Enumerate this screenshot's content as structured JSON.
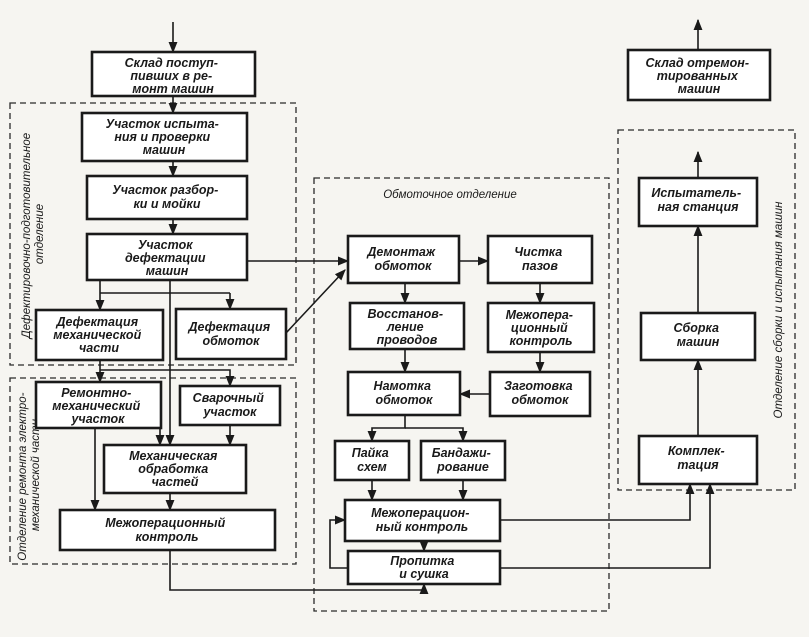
{
  "sections": {
    "defect": [
      "Дефектировочно-подготовительное",
      "отделение"
    ],
    "repair": [
      "Отделение ремонта электро-",
      "механической части"
    ],
    "winding": "Обмоточное отделение",
    "assembly": "Отделение сборки и испытания машин"
  },
  "blocks": {
    "incoming_storage": [
      "Склад поступ-",
      "пивших в ре-",
      "монт машин"
    ],
    "testing_inspection": [
      "Участок испыта-",
      "ния и проверки",
      "машин"
    ],
    "disassembly_washing": [
      "Участок разбор-",
      "ки и мойки"
    ],
    "defect_area": [
      "Участок",
      "дефектации",
      "машин"
    ],
    "mech_defect": [
      "Дефектация",
      "механической",
      "части"
    ],
    "winding_defect": [
      "Дефектация",
      "обмоток"
    ],
    "repair_mech": [
      "Ремонтно-",
      "механический",
      "участок"
    ],
    "welding": [
      "Сварочный",
      "участок"
    ],
    "machining": [
      "Механическая",
      "обработка",
      "частей"
    ],
    "interop_control_1": [
      "Межоперационный",
      "контроль"
    ],
    "winding_removal": [
      "Демонтаж",
      "обмоток"
    ],
    "slot_cleaning": [
      "Чистка",
      "пазов"
    ],
    "wire_restore": [
      "Восстанов-",
      "ление",
      "проводов"
    ],
    "interop_control_2": [
      "Межопера-",
      "ционный",
      "контроль"
    ],
    "winding_coils": [
      "Намотка",
      "обмоток"
    ],
    "coil_prep": [
      "Заготовка",
      "обмоток"
    ],
    "soldering": [
      "Пайка",
      "схем"
    ],
    "banding": [
      "Бандажи-",
      "рование"
    ],
    "interop_control_3": [
      "Межоперацион-",
      "ный контроль"
    ],
    "impregnation_drying": [
      "Пропитка",
      "и сушка"
    ],
    "outgoing_storage": [
      "Склад отремон-",
      "тированных",
      "машин"
    ],
    "test_station": [
      "Испытатель-",
      "ная станция"
    ],
    "machine_assembly": [
      "Сборка",
      "машин"
    ],
    "kitting": [
      "Комплек-",
      "тация"
    ]
  }
}
